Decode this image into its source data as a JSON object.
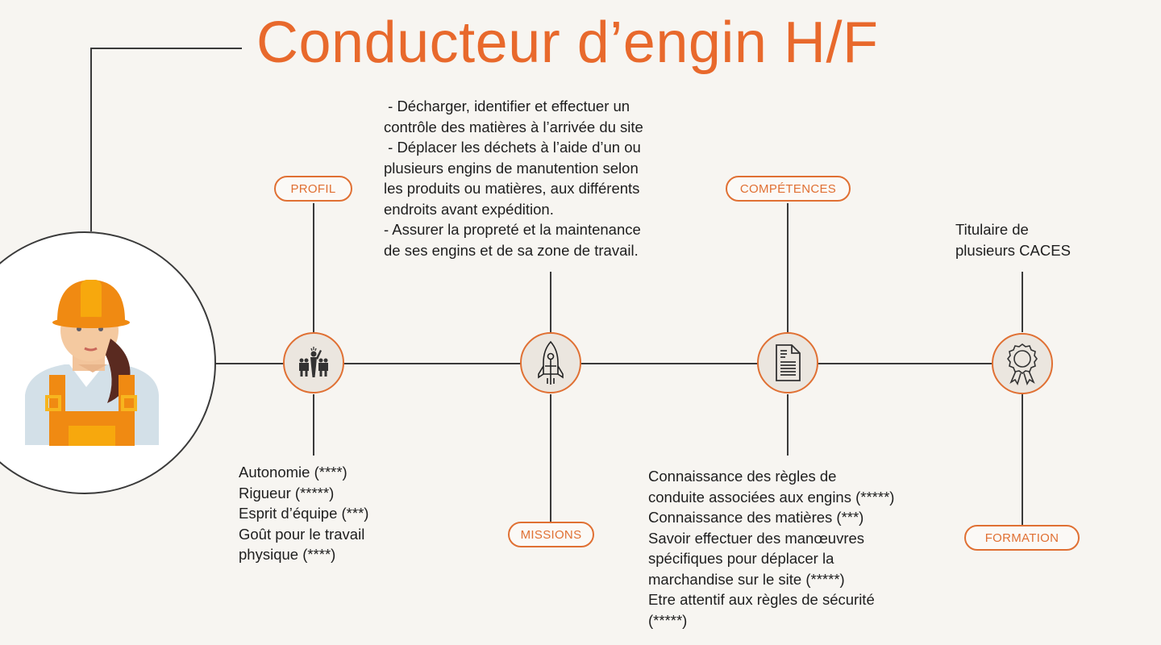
{
  "title": "Conducteur d’engin H/F",
  "colors": {
    "accent": "#e07033",
    "title": "#e8692c",
    "background": "#f7f5f1",
    "node_fill": "#ebe6df"
  },
  "sections": {
    "profil": {
      "label": "PROFIL",
      "icon": "team-leader-icon",
      "lines": [
        "Autonomie (****)",
        "Rigueur (*****)",
        "Esprit d’équipe (***)",
        "Goût pour le travail",
        "physique (****)"
      ]
    },
    "missions": {
      "label": "MISSIONS",
      "icon": "rocket-icon",
      "lines": [
        " - Décharger, identifier et effectuer un",
        "contrôle des matières à l’arrivée du site",
        " - Déplacer les déchets à l’aide d’un ou",
        "plusieurs engins de manutention selon",
        "les produits ou matières, aux différents",
        "endroits avant expédition.",
        "- Assurer la propreté et la maintenance",
        "de ses engins et de sa zone de travail."
      ]
    },
    "competences": {
      "label": "COMPÉTENCES",
      "icon": "document-icon",
      "lines": [
        "Connaissance des règles de",
        "conduite associées aux engins (*****)",
        "Connaissance des matières (***)",
        "Savoir effectuer des manœuvres",
        "spécifiques pour déplacer la",
        "marchandise sur le site (*****)",
        "Etre attentif aux règles de sécurité",
        "(*****)"
      ]
    },
    "formation": {
      "label": "FORMATION",
      "icon": "award-ribbon-icon",
      "lines": [
        "Titulaire de",
        "plusieurs CACES"
      ]
    }
  }
}
